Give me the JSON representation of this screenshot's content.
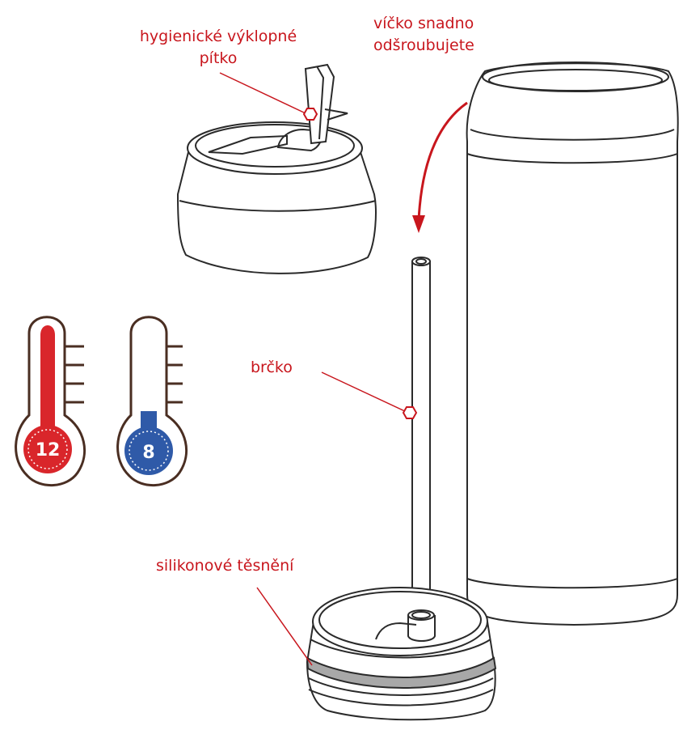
{
  "callouts": {
    "straw_top": "hygienické výklopné",
    "straw_bottom": "pítko",
    "lid_top": "víčko snadno",
    "lid_bottom": "odšroubujete",
    "tube": "brčko",
    "seal": "silikonové těsnění"
  },
  "thermometers": {
    "hot": {
      "value": "12",
      "color": "#d9262b"
    },
    "cold": {
      "value": "8",
      "color": "#2f5aa8"
    }
  },
  "colors": {
    "callout": "#c8161d",
    "outline": "#2a2a2a",
    "thermo_frame": "#4a2e22",
    "seal_band": "#a8a8a8"
  }
}
